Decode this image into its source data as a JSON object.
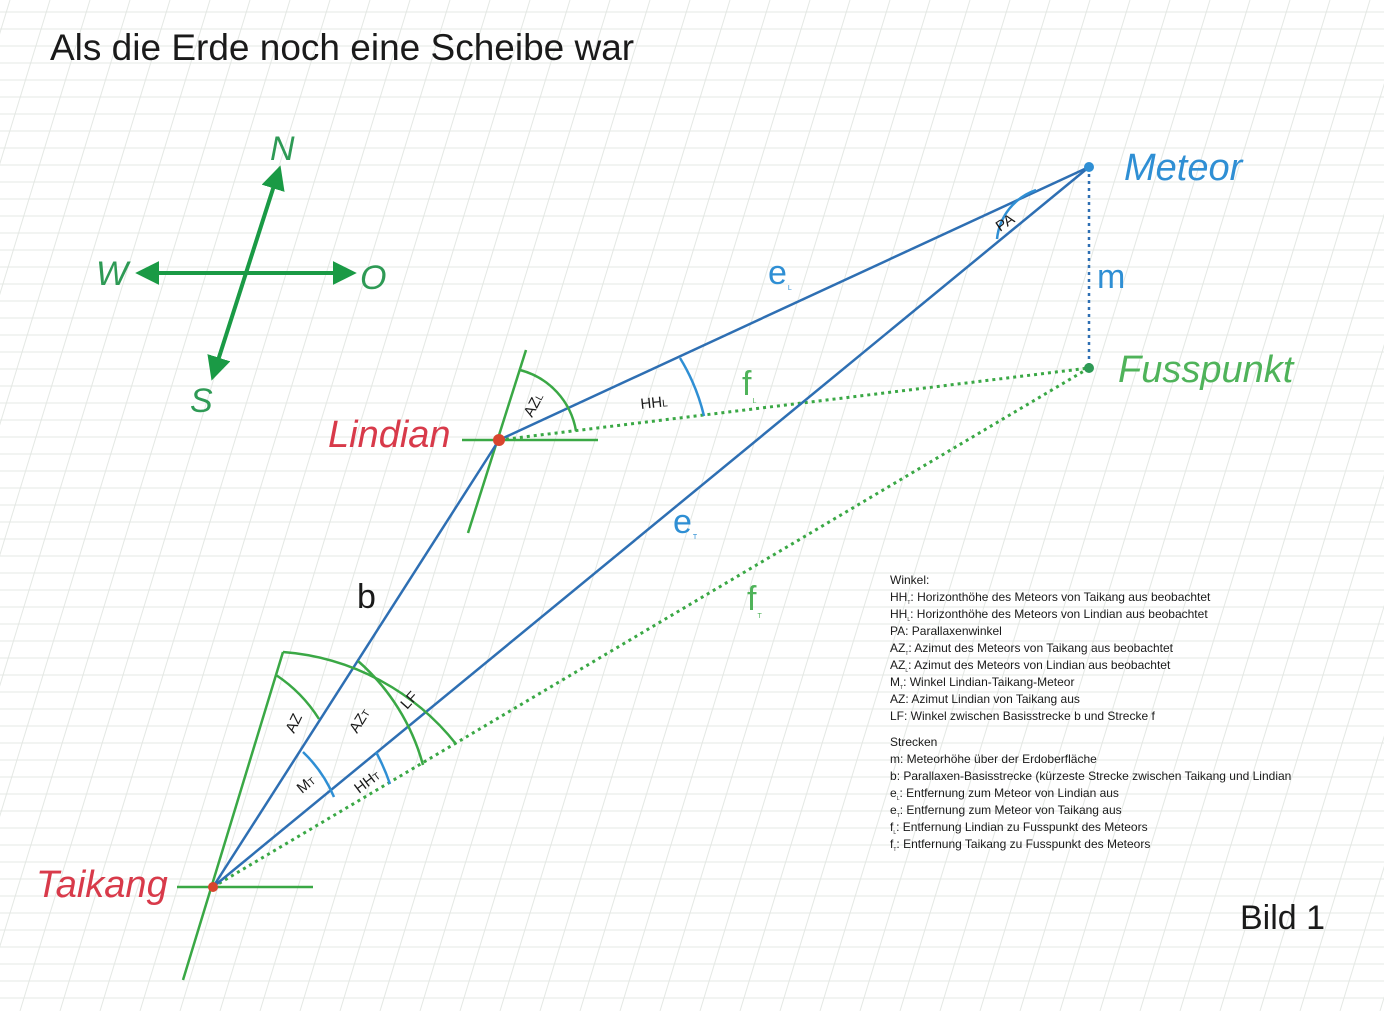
{
  "title": "Als die Erde noch eine Scheibe war",
  "colors": {
    "blue": "#2e6fb3",
    "label_blue": "#2f8fd4",
    "green": "#3aa845",
    "label_green": "#4fb35a",
    "compass_green": "#1a9a45",
    "red": "#d83a4a",
    "node_red": "#d8452e",
    "grid": "#e4e8e4",
    "text": "#1a1a1a"
  },
  "compass": {
    "north": "N",
    "south": "S",
    "west": "W",
    "east": "O"
  },
  "places": {
    "meteor": "Meteor",
    "fusspunkt": "Fusspunkt",
    "lindian": "Lindian",
    "taikang": "Taikang"
  },
  "segments": {
    "m": "m",
    "b": "b",
    "e": "e",
    "f": "f",
    "sub_l": "L",
    "sub_t": "T"
  },
  "angles": {
    "pa": "PA",
    "hh": "HH",
    "az_l_base": "AZ",
    "az": "AZ",
    "az_t_base": "AZ",
    "lf": "LF",
    "m_base": "M",
    "hh_t_base": "HH",
    "sub_l": "L",
    "sub_t": "T"
  },
  "legend": {
    "winkel_heading": "Winkel:",
    "winkel": [
      {
        "sym": "HH",
        "sub": "T",
        "text": ": Horizonthöhe des Meteors von Taikang aus beobachtet"
      },
      {
        "sym": "HH",
        "sub": "L",
        "text": ": Horizonthöhe des Meteors von Lindian aus beobachtet"
      },
      {
        "sym": "PA",
        "sub": "",
        "text": ": Parallaxenwinkel"
      },
      {
        "sym": "AZ",
        "sub": "T",
        "text": ": Azimut des Meteors von Taikang aus beobachtet"
      },
      {
        "sym": "AZ",
        "sub": "L",
        "text": ": Azimut des Meteors von Lindian aus beobachtet"
      },
      {
        "sym": "M",
        "sub": "T",
        "text": ": Winkel Lindian-Taikang-Meteor"
      },
      {
        "sym": "AZ",
        "sub": "",
        "text": ": Azimut Lindian von Taikang aus"
      },
      {
        "sym": "LF",
        "sub": "",
        "text": ": Winkel zwischen Basisstrecke b und Strecke f"
      }
    ],
    "strecken_heading": "Strecken",
    "strecken": [
      {
        "sym": "m",
        "sub": "",
        "text": ": Meteorhöhe über der Erdoberfläche"
      },
      {
        "sym": "b",
        "sub": "",
        "text": ": Parallaxen-Basisstrecke (kürzeste Strecke zwischen Taikang und Lindian"
      },
      {
        "sym": "e",
        "sub": "L",
        "text": ": Entfernung zum Meteor von Lindian aus"
      },
      {
        "sym": "e",
        "sub": "T",
        "text": ": Entfernung zum Meteor von Taikang aus"
      },
      {
        "sym": "f",
        "sub": "L",
        "text": ": Entfernung Lindian zu Fusspunkt des Meteors"
      },
      {
        "sym": "f",
        "sub": "T",
        "text": ": Entfernung Taikang zu Fusspunkt des Meteors"
      }
    ]
  },
  "figure_label": "Bild 1"
}
